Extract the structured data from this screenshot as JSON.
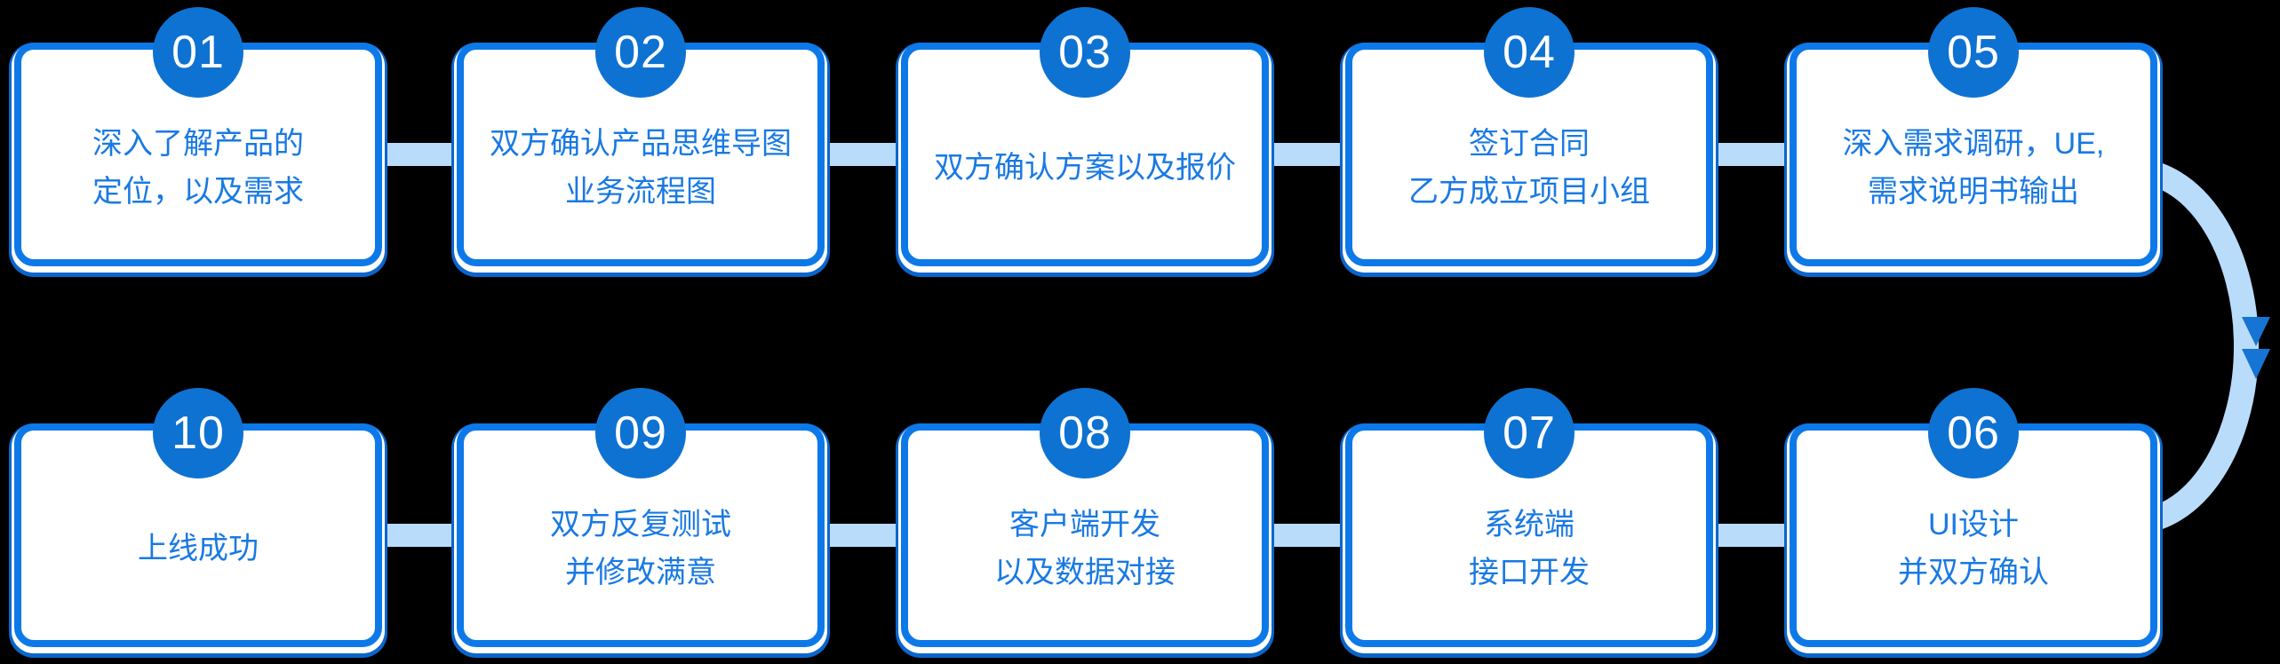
{
  "diagram": {
    "title_hint": "10-step project development process flow",
    "arrow_05_to_06": "curved arrow from step 05 down to step 06"
  },
  "colors": {
    "border": "#0d79e8",
    "border2": "#0a66cc",
    "badge": "#0e72d2",
    "text": "#1979e3",
    "light": "#b9dcfb",
    "arrow": "#1674d4",
    "bg": "#000000",
    "card": "#ffffff"
  },
  "flow": {
    "rows": [
      {
        "steps": [
          {
            "num": "01",
            "lines": [
              "深入了解产品的",
              "定位，以及需求"
            ]
          },
          {
            "num": "02",
            "lines": [
              "双方确认产品思维导图",
              "业务流程图"
            ]
          },
          {
            "num": "03",
            "lines": [
              "双方确认方案以及报价"
            ]
          },
          {
            "num": "04",
            "lines": [
              "签订合同",
              "乙方成立项目小组"
            ]
          },
          {
            "num": "05",
            "lines": [
              "深入需求调研，UE,",
              "需求说明书输出"
            ]
          }
        ]
      },
      {
        "steps": [
          {
            "num": "10",
            "lines": [
              "上线成功"
            ]
          },
          {
            "num": "09",
            "lines": [
              "双方反复测试",
              "并修改满意"
            ]
          },
          {
            "num": "08",
            "lines": [
              "客户端开发",
              "以及数据对接"
            ]
          },
          {
            "num": "07",
            "lines": [
              "系统端",
              "接口开发"
            ]
          },
          {
            "num": "06",
            "lines": [
              "UI设计",
              "并双方确认"
            ]
          }
        ]
      }
    ]
  }
}
